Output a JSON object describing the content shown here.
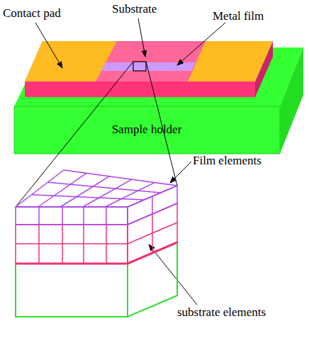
{
  "diagram": {
    "labels": [
      "Contact pad",
      "Substrate",
      "Metal film",
      "Sample holder",
      "Film elements",
      "substrate elements"
    ]
  }
}
